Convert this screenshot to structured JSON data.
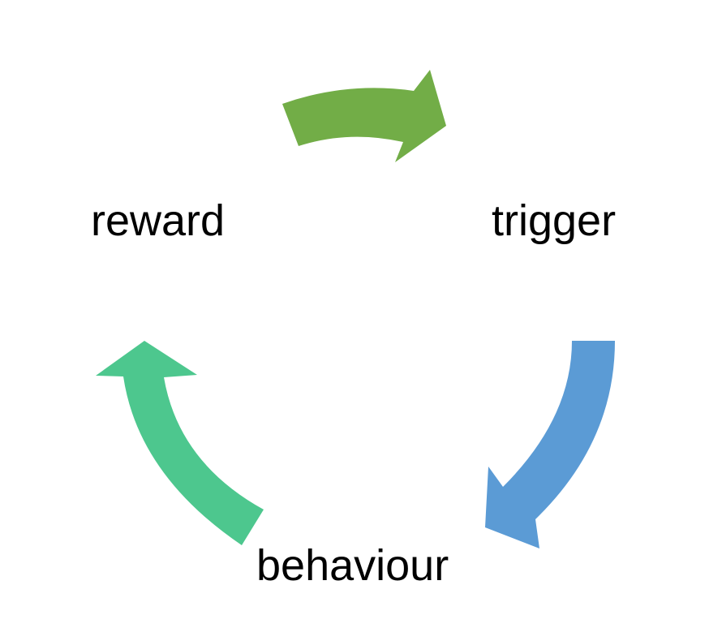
{
  "diagram": {
    "type": "cycle",
    "nodes": {
      "reward": {
        "label": "reward"
      },
      "trigger": {
        "label": "trigger"
      },
      "behaviour": {
        "label": "behaviour"
      }
    },
    "edges": [
      {
        "from": "reward",
        "to": "trigger",
        "color": "#72AD47"
      },
      {
        "from": "trigger",
        "to": "behaviour",
        "color": "#5B9BD5"
      },
      {
        "from": "behaviour",
        "to": "reward",
        "color": "#4DC78E"
      }
    ]
  }
}
